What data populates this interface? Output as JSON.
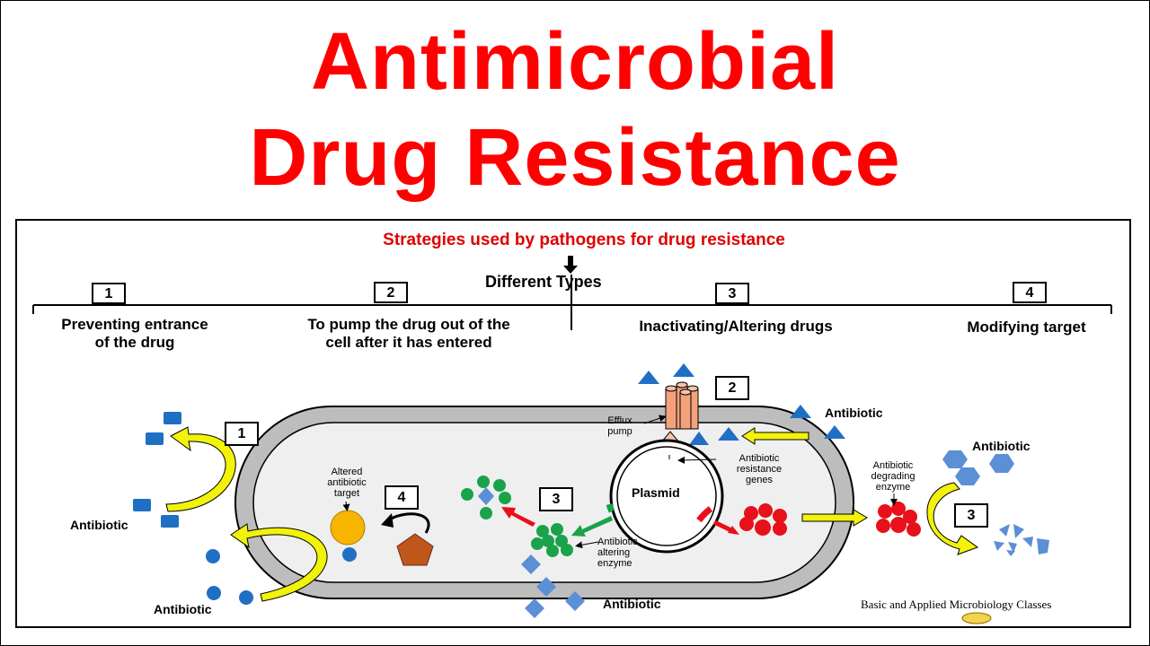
{
  "title": {
    "line1": "Antimicrobial",
    "line2": "Drug Resistance"
  },
  "subtitle": "Strategies used by pathogens for drug resistance",
  "types_label": "Different Types",
  "categories": [
    {
      "num": "1",
      "label_line1": "Preventing entrance",
      "label_line2": "of the drug"
    },
    {
      "num": "2",
      "label_line1": "To pump the drug out of the",
      "label_line2": "cell after it has entered"
    },
    {
      "num": "3",
      "label_line1": "Inactivating/Altering drugs",
      "label_line2": ""
    },
    {
      "num": "4",
      "label_line1": "Modifying target",
      "label_line2": ""
    }
  ],
  "diagram": {
    "antibiotic": "Antibiotic",
    "efflux_pump": {
      "line1": "Efflux",
      "line2": "pump"
    },
    "resistance_genes": {
      "line1": "Antibiotic",
      "line2": "resistance",
      "line3": "genes"
    },
    "plasmid": "Plasmid",
    "altered_target": {
      "line1": "Altered",
      "line2": "antibiotic",
      "line3": "target"
    },
    "altering_enzyme": {
      "line1": "Antibiotic",
      "line2": "altering",
      "line3": "enzyme"
    },
    "degrading_enzyme": {
      "line1": "Antibiotic",
      "line2": "degrading",
      "line3": "enzyme"
    },
    "num1": "1",
    "num2": "2",
    "num3": "3",
    "num4": "4"
  },
  "credit": "Basic and Applied Microbiology Classes",
  "colors": {
    "title_red": "#ff0000",
    "antibiotic_blue": "#1f6fc5",
    "enzyme_green": "#1aa34a",
    "degrading_red": "#e8101a",
    "target_orange": "#f7b500",
    "pentagon_brown": "#c0561c",
    "arrow_yellow": "#f2f20a",
    "pump_salmon": "#f4a27c",
    "diamond_blue": "#5b8fd6"
  }
}
